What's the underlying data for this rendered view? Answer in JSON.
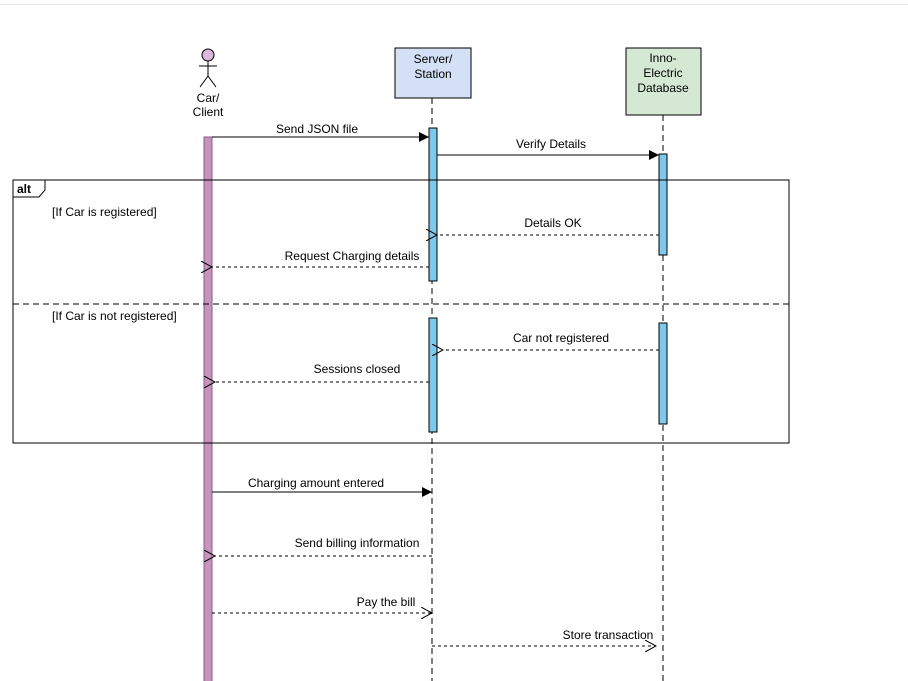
{
  "diagram": {
    "lifelines": {
      "car": {
        "label_line1": "Car/",
        "label_line2": "Client"
      },
      "server": {
        "label_line1": "Server/",
        "label_line2": "Station"
      },
      "db": {
        "label_line1": "Inno-",
        "label_line2": "Electric",
        "label_line3": "Database"
      }
    },
    "fragment": {
      "operator": "alt",
      "guard1": "[If Car is registered]",
      "guard2": "[If Car is not registered]"
    },
    "messages": {
      "send_json": "Send JSON file",
      "verify": "Verify Details",
      "details_ok": "Details OK",
      "request_charging": "Request Charging details",
      "car_not_registered": "Car not registered",
      "sessions_closed": "Sessions closed",
      "charging_amount": "Charging amount entered",
      "send_billing": "Send billing information",
      "pay_bill": "Pay the bill",
      "store_transaction": "Store transaction"
    },
    "colors": {
      "actor_head": "#dcb8dc",
      "car_activation": "#c594bd",
      "server_box": "#d4e0f5",
      "server_activation": "#7ec8ec",
      "db_box": "#d5e8d4"
    }
  }
}
